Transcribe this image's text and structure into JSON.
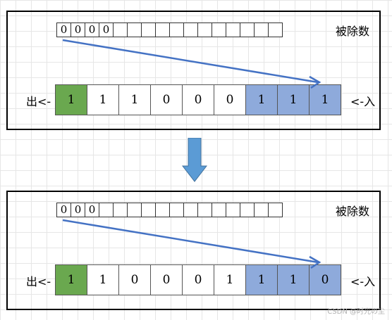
{
  "panels": [
    {
      "dividend_bits": [
        "0",
        "0",
        "0",
        "0",
        "",
        "",
        "",
        "",
        "",
        "",
        "",
        "",
        "",
        "",
        "",
        ""
      ],
      "dividend_label": "被除数",
      "register_bits": [
        "1",
        "1",
        "1",
        "0",
        "0",
        "0",
        "1",
        "1",
        "1"
      ],
      "out_label": "出<-",
      "in_label": "<-入"
    },
    {
      "dividend_bits": [
        "0",
        "0",
        "0",
        "",
        "",
        "",
        "",
        "",
        "",
        "",
        "",
        "",
        "",
        "",
        "",
        ""
      ],
      "dividend_label": "被除数",
      "register_bits": [
        "1",
        "1",
        "0",
        "0",
        "0",
        "1",
        "1",
        "1",
        "0"
      ],
      "out_label": "出<-",
      "in_label": "<-入"
    }
  ],
  "colors": {
    "head_cell": "#6aa84f",
    "tail_cells": "#8eaadb",
    "arrow": "#4472c4",
    "down_arrow": "#5b9bd5"
  },
  "watermark": "CSDN @时光の尘"
}
